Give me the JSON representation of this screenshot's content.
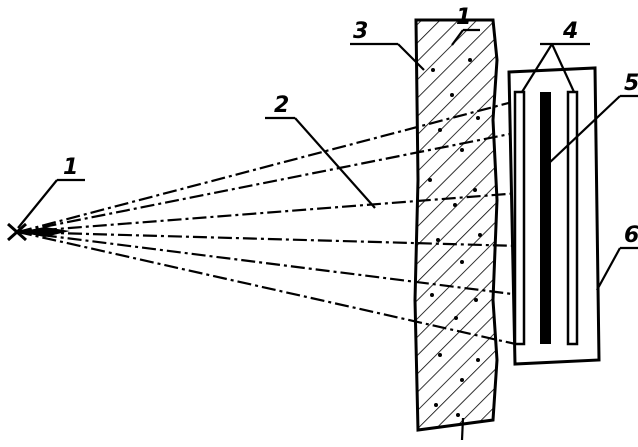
{
  "figure": {
    "labels": {
      "source": "1",
      "beam": "2",
      "object_top": "1",
      "object": "3",
      "screens": "4",
      "film": "5",
      "cassette": "6"
    },
    "colors": {
      "ink": "#000000",
      "background": "#ffffff"
    }
  }
}
